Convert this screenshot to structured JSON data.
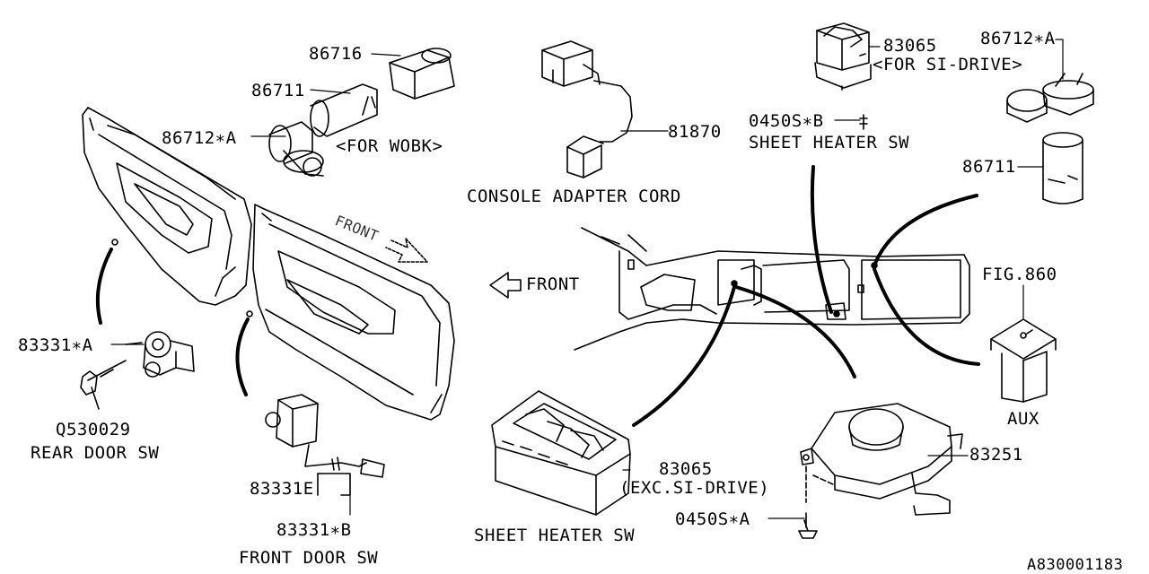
{
  "diagram": {
    "reference": "A830001183",
    "parts": {
      "p86716": "86716",
      "p86711_top": "86711",
      "p86712A_left": "86712∗A",
      "for_wobk": "<FOR WOBK>",
      "p81870": "81870",
      "console_adapter_cord": "CONSOLE ADAPTER CORD",
      "p83065_top": "83065",
      "for_si_drive": "<FOR SI-DRIVE>",
      "p0450SB": "0450S∗B",
      "sheet_heater_sw_top": "SHEET HEATER SW",
      "p86712A_right": "86712∗A",
      "p86711_right": "86711",
      "front_arrow": "FRONT",
      "front_door_tag": "FRONT",
      "fig860": "FIG.860",
      "aux": "AUX",
      "p83331A": "83331∗A",
      "q530029": "Q530029",
      "rear_door_sw": "REAR DOOR SW",
      "p83331E": "83331E",
      "p83331B": "83331∗B",
      "front_door_sw": "FRONT DOOR SW",
      "p83065_bottom": "83065",
      "exc_si_drive": "(EXC.SI-DRIVE)",
      "sheet_heater_sw_bottom": "SHEET HEATER SW",
      "p0450SA": "0450S∗A",
      "p83251": "83251"
    }
  }
}
